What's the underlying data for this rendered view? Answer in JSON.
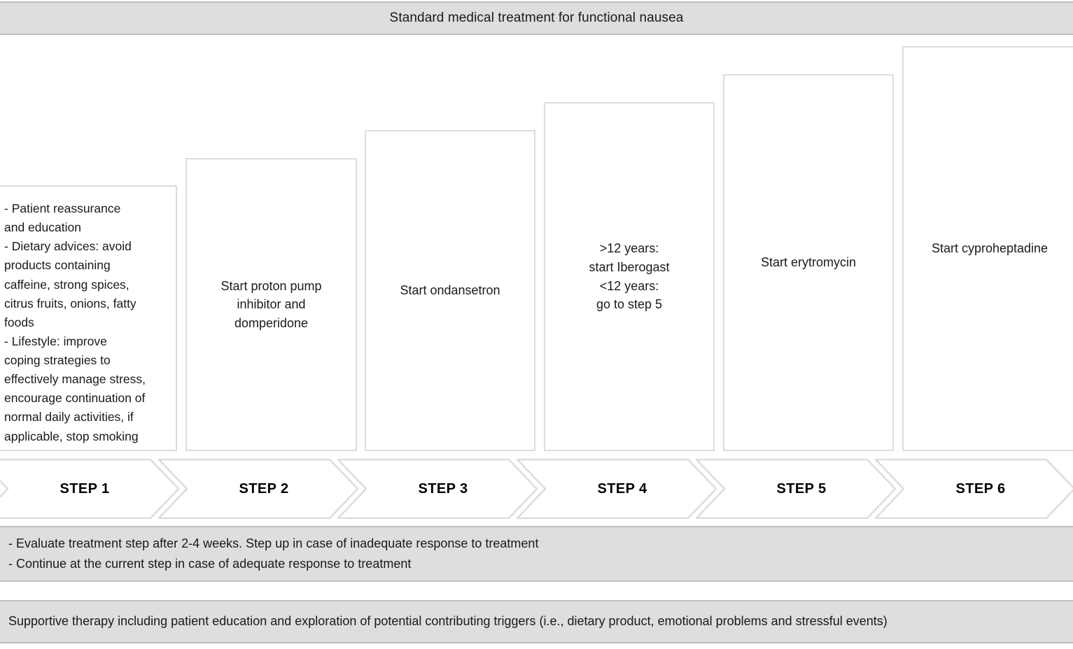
{
  "title": {
    "text": "Standard medical treatment for functional nausea"
  },
  "steps": [
    {
      "label": "STEP 1",
      "content": "- Patient reassurance\nand education\n- Dietary advices: avoid\nproducts containing\ncaffeine, strong spices,\ncitrus fruits, onions, fatty\nfoods\n- Lifestyle: improve\ncoping strategies to\neffectively manage stress,\nencourage continuation of\nnormal daily activities, if\napplicable, stop smoking"
    },
    {
      "label": "STEP 2",
      "content": "Start proton pump\ninhibitor and\ndomperidone"
    },
    {
      "label": "STEP 3",
      "content": "Start ondansetron"
    },
    {
      "label": "STEP 4",
      "content": ">12 years:\nstart Iberogast\n<12 years:\ngo to step 5"
    },
    {
      "label": "STEP 5",
      "content": "Start erytromycin"
    },
    {
      "label": "STEP 6",
      "content": "Start cyproheptadine"
    }
  ],
  "evaluation": {
    "lines": [
      "- Evaluate treatment step after 2-4 weeks. Step up in case of inadequate response to treatment",
      "- Continue at the current step in case of adequate response to treatment"
    ]
  },
  "supportive": {
    "text": "Supportive therapy including patient education and exploration of potential contributing triggers (i.e., dietary product, emotional problems and stressful events)"
  },
  "colors": {
    "panel_fill": "#dedede",
    "panel_border": "#bfbfbf",
    "box_border": "#dcdcdc",
    "box_fill": "#ffffff",
    "text": "#1a1a1a"
  }
}
